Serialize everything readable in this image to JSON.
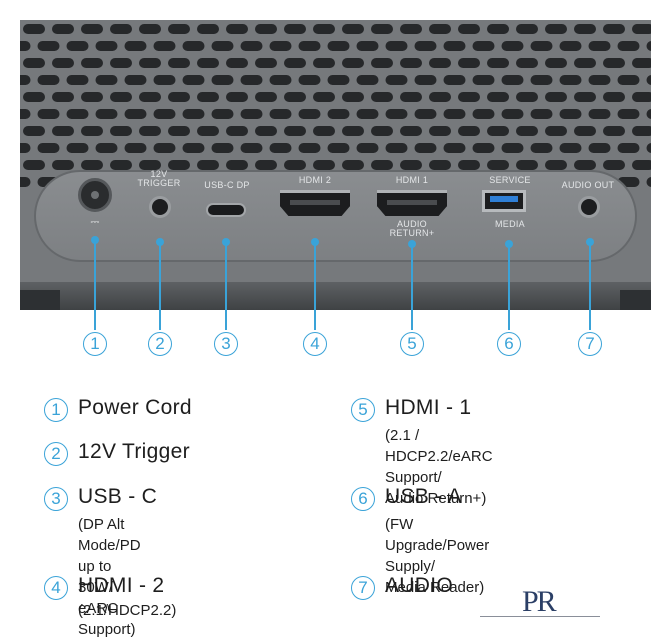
{
  "ports": [
    {
      "number": "1",
      "panel_label": "",
      "symbol": "⎓"
    },
    {
      "number": "2",
      "panel_label": "12V\nTRIGGER"
    },
    {
      "number": "3",
      "panel_label": "USB-C DP"
    },
    {
      "number": "4",
      "panel_label": "HDMI 2"
    },
    {
      "number": "5",
      "panel_label": "HDMI 1",
      "panel_sublabel": "AUDIO\nRETURN+"
    },
    {
      "number": "6",
      "panel_label": "SERVICE",
      "panel_sublabel": "MEDIA"
    },
    {
      "number": "7",
      "panel_label": "AUDIO OUT"
    }
  ],
  "legend": [
    {
      "number": "1",
      "title": "Power Cord",
      "subtitle": ""
    },
    {
      "number": "2",
      "title": "12V Trigger",
      "subtitle": ""
    },
    {
      "number": "3",
      "title": "USB - C",
      "subtitle": "(DP Alt Mode/PD up to 30W/\neARC Support)"
    },
    {
      "number": "4",
      "title": "HDMI - 2",
      "subtitle": "(2.1/HDCP2.2)"
    },
    {
      "number": "5",
      "title": "HDMI - 1",
      "subtitle": "(2.1 / HDCP2.2/eARC Support/\nAudio Return+)"
    },
    {
      "number": "6",
      "title": "USB - A",
      "subtitle": "(FW Upgrade/Power Supply/\nMedia Reader)"
    },
    {
      "number": "7",
      "title": "AUDIO",
      "subtitle": ""
    }
  ],
  "logo": {
    "text": "PR"
  },
  "colors": {
    "accent": "#3aa3d8",
    "body": "#76797c",
    "text": "#1e1e1e",
    "usb_blue": "#2f7fd6"
  }
}
